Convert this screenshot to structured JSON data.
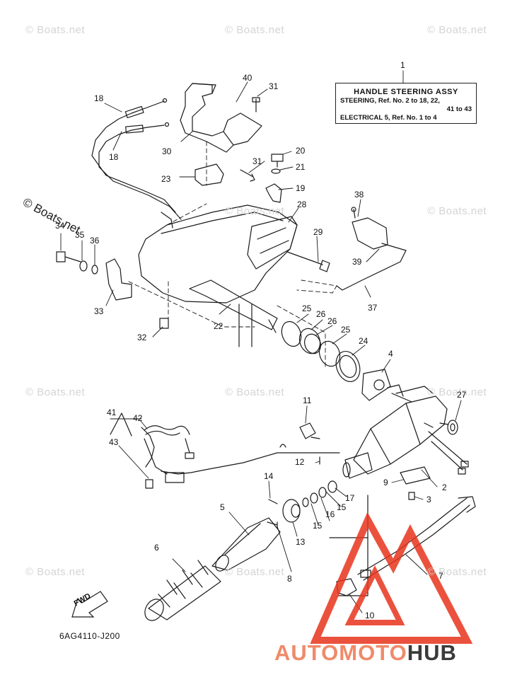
{
  "title_box": {
    "title": "HANDLE STEERING ASSY",
    "line1": "STEERING,  Ref. No. 2 to 18, 22,",
    "line2": "41 to 43",
    "line3": "ELECTRICAL 5,  Ref. No. 1 to 4"
  },
  "diagram_code": "6AG4110-J200",
  "fwd_label": "FWD",
  "brand": {
    "part1": "AUTOMOTO",
    "part2": "HUB"
  },
  "watermark": {
    "text": "© Boats.net"
  },
  "callouts": [
    "1",
    "2",
    "3",
    "4",
    "5",
    "6",
    "7",
    "8",
    "9",
    "10",
    "11",
    "12",
    "13",
    "14",
    "15",
    "15",
    "16",
    "17",
    "18",
    "18",
    "19",
    "20",
    "21",
    "22",
    "23",
    "24",
    "25",
    "25",
    "26",
    "26",
    "27",
    "28",
    "29",
    "30",
    "31",
    "31",
    "32",
    "33",
    "34",
    "35",
    "36",
    "37",
    "38",
    "39",
    "40",
    "41",
    "42",
    "43"
  ],
  "colors": {
    "line": "#1a1a1a",
    "watermark": "#d4d4d4",
    "logo_red": "#e8341c",
    "logo_gray": "#3a3a3a"
  }
}
